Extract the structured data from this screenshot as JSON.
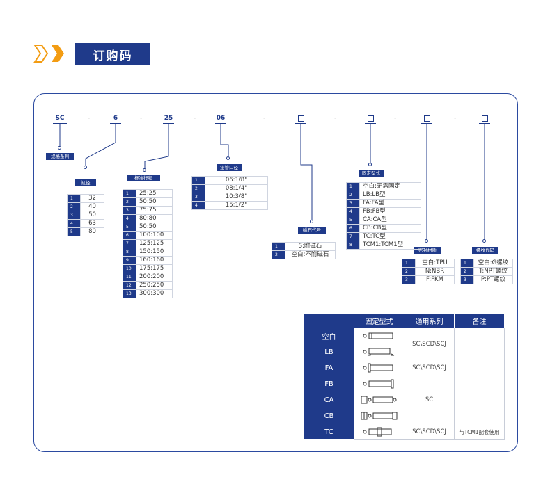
{
  "header": {
    "title": "订购码"
  },
  "code": {
    "segments": [
      "SC",
      "6",
      "25",
      "06"
    ],
    "placeholder": "□",
    "separator": "-"
  },
  "groups": {
    "series": {
      "label": "规格系列"
    },
    "bore": {
      "label": "缸径",
      "rows": [
        {
          "n": "1",
          "v": "32"
        },
        {
          "n": "2",
          "v": "40"
        },
        {
          "n": "3",
          "v": "50"
        },
        {
          "n": "4",
          "v": "63"
        },
        {
          "n": "5",
          "v": "80"
        }
      ]
    },
    "stroke": {
      "label": "标准行程",
      "rows": [
        {
          "n": "1",
          "v": "25:25"
        },
        {
          "n": "2",
          "v": "50:50"
        },
        {
          "n": "3",
          "v": "75:75"
        },
        {
          "n": "4",
          "v": "80:80"
        },
        {
          "n": "5",
          "v": "50:50"
        },
        {
          "n": "6",
          "v": "100:100"
        },
        {
          "n": "7",
          "v": "125:125"
        },
        {
          "n": "8",
          "v": "150:150"
        },
        {
          "n": "9",
          "v": "160:160"
        },
        {
          "n": "10",
          "v": "175:175"
        },
        {
          "n": "11",
          "v": "200:200"
        },
        {
          "n": "12",
          "v": "250:250"
        },
        {
          "n": "13",
          "v": "300:300"
        }
      ]
    },
    "port": {
      "label": "接管口径",
      "rows": [
        {
          "n": "1",
          "v": "06:1/8\""
        },
        {
          "n": "2",
          "v": "08:1/4\""
        },
        {
          "n": "3",
          "v": "10:3/8\""
        },
        {
          "n": "4",
          "v": "15:1/2\""
        }
      ]
    },
    "magnet": {
      "label": "磁石代号",
      "rows": [
        {
          "n": "1",
          "v": "S:附磁石"
        },
        {
          "n": "2",
          "v": "空白:不附磁石"
        }
      ]
    },
    "mount": {
      "label": "固定型式",
      "rows": [
        {
          "n": "1",
          "v": "空白:无需固定"
        },
        {
          "n": "2",
          "v": "LB:LB型"
        },
        {
          "n": "3",
          "v": "FA:FA型"
        },
        {
          "n": "4",
          "v": "FB:FB型"
        },
        {
          "n": "5",
          "v": "CA:CA型"
        },
        {
          "n": "6",
          "v": "CB:CB型"
        },
        {
          "n": "7",
          "v": "TC:TC型"
        },
        {
          "n": "8",
          "v": "TCM1:TCM1型"
        }
      ]
    },
    "seal": {
      "label": "密封材质",
      "rows": [
        {
          "n": "1",
          "v": "空白:TPU"
        },
        {
          "n": "2",
          "v": "N:NBR"
        },
        {
          "n": "3",
          "v": "F:FKM"
        }
      ]
    },
    "thread": {
      "label": "螺纹代码",
      "rows": [
        {
          "n": "1",
          "v": "空白:G螺纹"
        },
        {
          "n": "2",
          "v": "T:NPT螺纹"
        },
        {
          "n": "3",
          "v": "P:PT螺纹"
        }
      ]
    }
  },
  "mount_table": {
    "headers": [
      "",
      "固定型式",
      "通用系列",
      "备注"
    ],
    "rows": [
      {
        "label": "空白",
        "series": "",
        "note": ""
      },
      {
        "label": "LB",
        "series": "SC\\SCD\\SCJ",
        "note": ""
      },
      {
        "label": "FA",
        "series": "SC\\SCD\\SCJ",
        "note": ""
      },
      {
        "label": "FB",
        "series": "",
        "note": ""
      },
      {
        "label": "CA",
        "series": "SC",
        "note": ""
      },
      {
        "label": "CB",
        "series": "",
        "note": ""
      },
      {
        "label": "TC",
        "series": "SC\\SCD\\SCJ",
        "note": "与TCM1配套使用"
      }
    ]
  },
  "colors": {
    "accent": "#1f3a8a",
    "orange": "#f39c12"
  }
}
